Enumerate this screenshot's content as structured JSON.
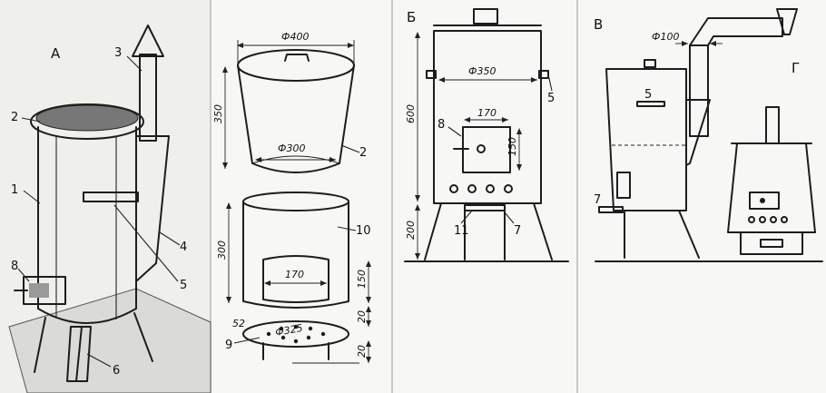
{
  "panels": {
    "a": {
      "letter": "А",
      "callouts": [
        "1",
        "2",
        "3",
        "4",
        "5",
        "6",
        "8"
      ]
    },
    "exploded": {
      "callouts": [
        "2",
        "10",
        "9"
      ],
      "dims": {
        "lid_diameter": "Ф400",
        "upper_height": "350",
        "upper_bottom_diameter": "Ф300",
        "lower_height": "300",
        "opening_width": "170",
        "opening_height": "150",
        "gap_a": "20",
        "gap_b": "20",
        "grate_diameter": "Ф325",
        "grate_holes": "52"
      }
    },
    "b": {
      "letter": "Б",
      "callouts": [
        "5",
        "8",
        "11",
        "7"
      ],
      "dims": {
        "body_diameter": "Ф350",
        "body_height": "600",
        "door_width": "170",
        "door_height": "150",
        "leg_height": "200"
      }
    },
    "v": {
      "letter": "В",
      "callouts": [
        "5",
        "7"
      ],
      "dims": {
        "pipe_diameter": "Ф100"
      }
    },
    "g": {
      "letter": "Г"
    }
  }
}
